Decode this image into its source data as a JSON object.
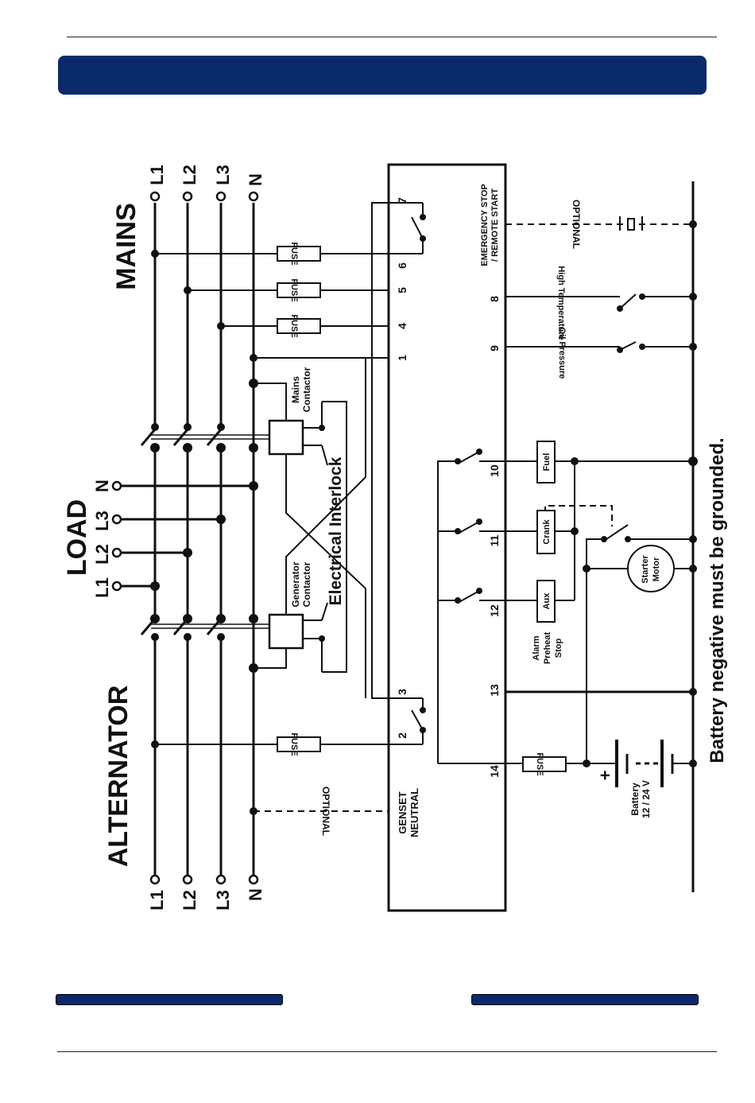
{
  "sections": {
    "mains": "MAINS",
    "load": "LOAD",
    "alternator": "ALTERNATOR"
  },
  "phases": {
    "l1": "L1",
    "l2": "L2",
    "l3": "L3",
    "n": "N"
  },
  "components": {
    "fuse": "FUSE",
    "mains_contactor_1": "Mains",
    "mains_contactor_2": "Contactor",
    "generator_contactor_1": "Generator",
    "generator_contactor_2": "Contactor",
    "interlock": "Electrical Interlock",
    "optional": "OPTIONAL",
    "emergency_1": "EMERGENCY STOP",
    "emergency_2": "/ REMOTE START",
    "high_temp": "High Temperature",
    "oil_pressure": "Oil Pressure",
    "fuel": "Fuel",
    "crank": "Crank",
    "aux": "Aux",
    "starter_1": "Starter",
    "starter_2": "Motor",
    "alarm_1": "Alarm",
    "alarm_2": "Preheat",
    "alarm_3": "Stop",
    "battery_1": "Battery",
    "battery_2": "12 / 24 V",
    "plus": "+",
    "genset_1": "GENSET",
    "genset_2": "NEUTRAL"
  },
  "terminals": [
    "7",
    "6",
    "5",
    "4",
    "1",
    "8",
    "9",
    "10",
    "11",
    "12",
    "13",
    "14",
    "3",
    "2"
  ],
  "note": "Battery negative must be grounded."
}
